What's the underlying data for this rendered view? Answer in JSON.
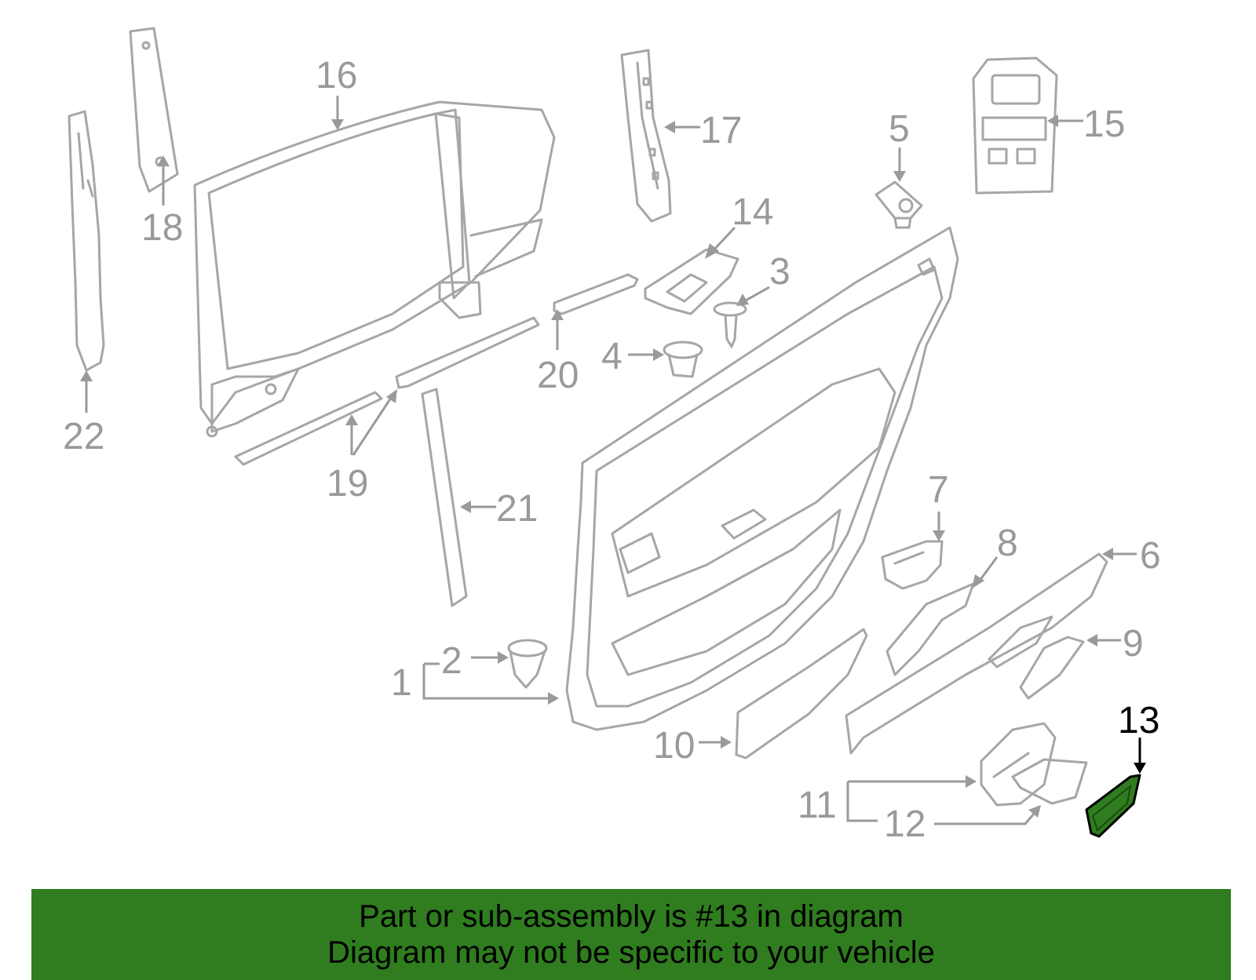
{
  "banner": {
    "line1": "Part or sub-assembly is #13 in diagram",
    "line2": "Diagram may not be specific to your vehicle"
  },
  "highlight_color": "#2f7d1f",
  "highlighted_part": "13",
  "callouts": {
    "c1": "1",
    "c2": "2",
    "c3": "3",
    "c4": "4",
    "c5": "5",
    "c6": "6",
    "c7": "7",
    "c8": "8",
    "c9": "9",
    "c10": "10",
    "c11": "11",
    "c12": "12",
    "c13": "13",
    "c14": "14",
    "c15": "15",
    "c16": "16",
    "c17": "17",
    "c18": "18",
    "c19": "19",
    "c20": "20",
    "c21": "21",
    "c22": "22"
  }
}
